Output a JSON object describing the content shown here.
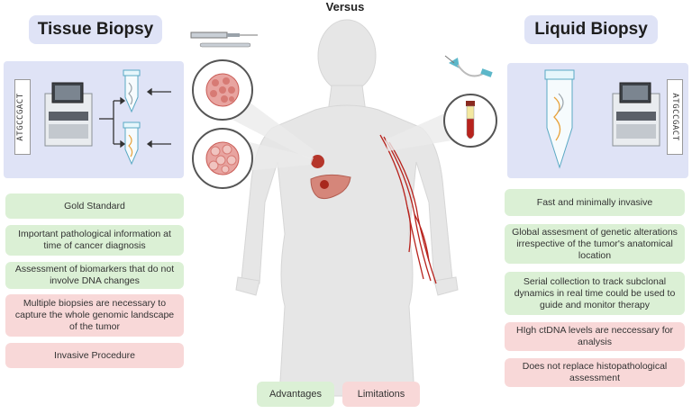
{
  "header": {
    "versus": "Versus"
  },
  "tissue": {
    "title": "Tissue Biopsy",
    "sequence_text": "ATGCCGACT",
    "advantages": [
      "Gold Standard",
      "Important pathological information at time of cancer diagnosis",
      "Assessment of biomarkers that do not involve DNA changes"
    ],
    "limitations": [
      "Multiple biopsies are necessary to capture the whole genomic landscape of the tumor",
      "Invasive Procedure"
    ]
  },
  "liquid": {
    "title": "Liquid Biopsy",
    "sequence_text": "ATGCCGACT",
    "advantages": [
      "Fast and minimally invasive",
      "Global assesment of genetic alterations irrespective of the tumor's anatomical location",
      "Serial collection to track subclonal dynamics in real time could be used to guide and monitor therapy"
    ],
    "limitations": [
      "HIgh ctDNA levels are neccessary for analysis",
      "Does not replace histopathological assessment"
    ]
  },
  "legend": {
    "advantages": "Advantages",
    "limitations": "Limitations"
  },
  "colors": {
    "panel": "#dfe3f6",
    "advantage": "#dbf0d5",
    "limitation": "#f8d8d8",
    "tumor": "#c0392b",
    "vessel": "#b8231d"
  }
}
